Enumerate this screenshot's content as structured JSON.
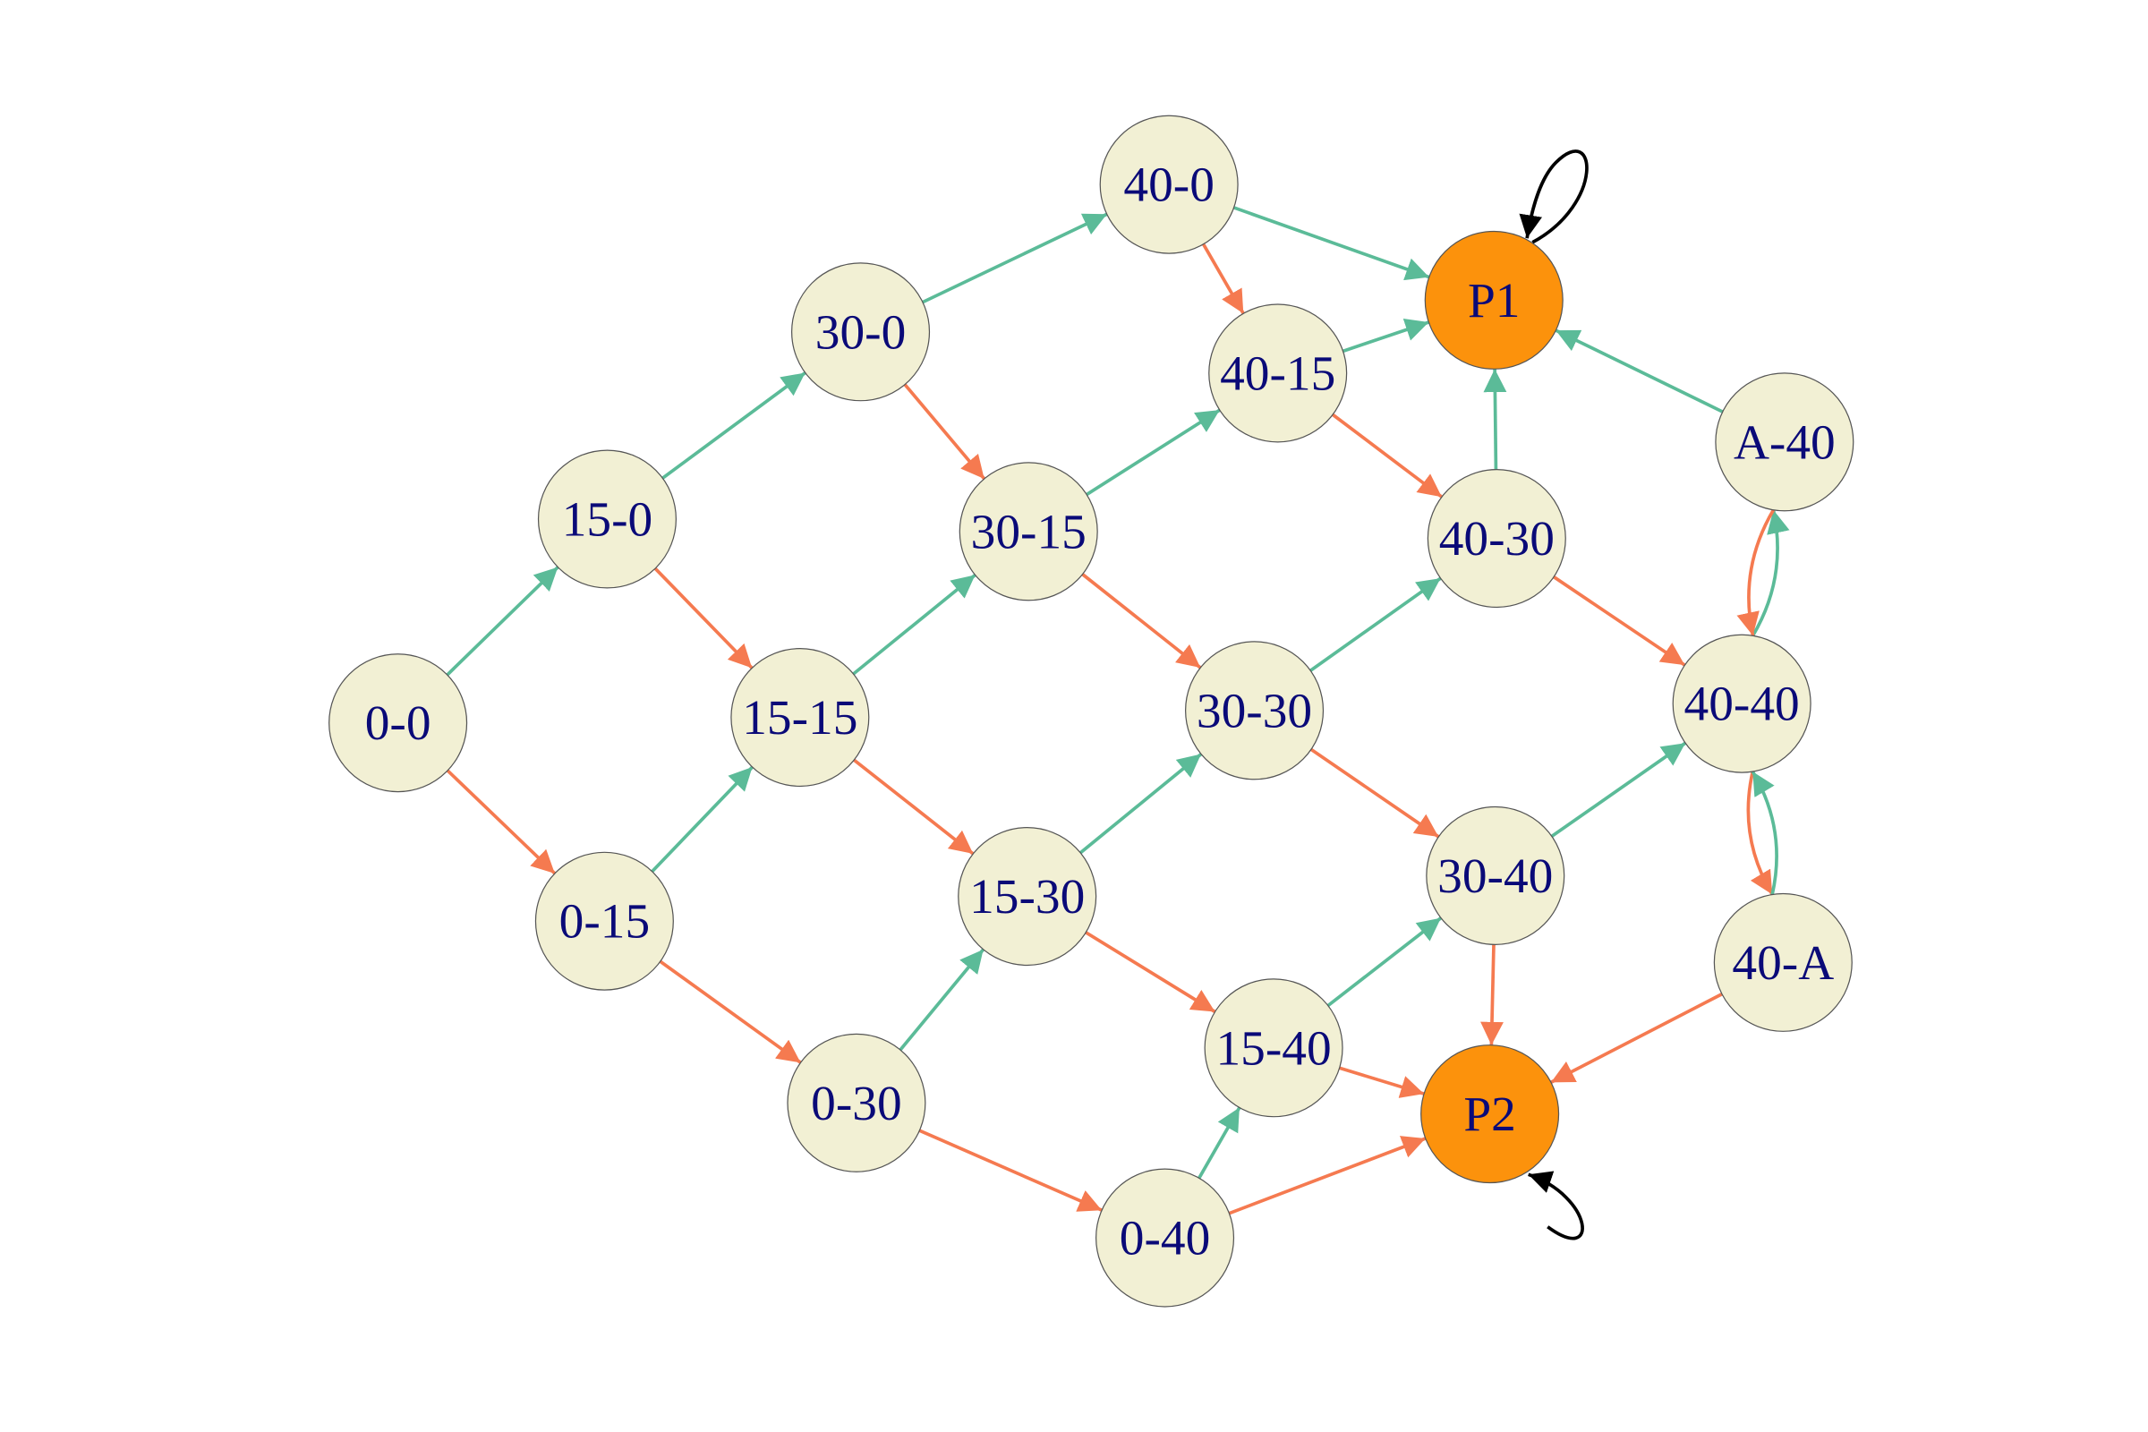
{
  "colors": {
    "p1_win": "#5bbb98",
    "p2_win": "#f57a50",
    "node_fill": "#f2f0d4",
    "terminal_fill": "#fc920c",
    "label": "#0a0a78",
    "self_loop": "#000000"
  },
  "nodes": [
    {
      "id": "0-0",
      "label": "0-0"
    },
    {
      "id": "15-0",
      "label": "15-0"
    },
    {
      "id": "0-15",
      "label": "0-15"
    },
    {
      "id": "30-0",
      "label": "30-0"
    },
    {
      "id": "15-15",
      "label": "15-15"
    },
    {
      "id": "0-30",
      "label": "0-30"
    },
    {
      "id": "40-0",
      "label": "40-0"
    },
    {
      "id": "30-15",
      "label": "30-15"
    },
    {
      "id": "15-30",
      "label": "15-30"
    },
    {
      "id": "0-40",
      "label": "0-40"
    },
    {
      "id": "40-15",
      "label": "40-15"
    },
    {
      "id": "30-30",
      "label": "30-30"
    },
    {
      "id": "15-40",
      "label": "15-40"
    },
    {
      "id": "P1",
      "label": "P1",
      "terminal": true
    },
    {
      "id": "40-30",
      "label": "40-30"
    },
    {
      "id": "30-40",
      "label": "30-40"
    },
    {
      "id": "P2",
      "label": "P2",
      "terminal": true
    },
    {
      "id": "A-40",
      "label": "A-40"
    },
    {
      "id": "40-40",
      "label": "40-40"
    },
    {
      "id": "40-A",
      "label": "40-A"
    }
  ],
  "edges": [
    {
      "from": "0-0",
      "to": "15-0",
      "winner": "p1"
    },
    {
      "from": "0-0",
      "to": "0-15",
      "winner": "p2"
    },
    {
      "from": "15-0",
      "to": "30-0",
      "winner": "p1"
    },
    {
      "from": "15-0",
      "to": "15-15",
      "winner": "p2"
    },
    {
      "from": "0-15",
      "to": "15-15",
      "winner": "p1"
    },
    {
      "from": "0-15",
      "to": "0-30",
      "winner": "p2"
    },
    {
      "from": "30-0",
      "to": "40-0",
      "winner": "p1"
    },
    {
      "from": "30-0",
      "to": "30-15",
      "winner": "p2"
    },
    {
      "from": "15-15",
      "to": "30-15",
      "winner": "p1"
    },
    {
      "from": "15-15",
      "to": "15-30",
      "winner": "p2"
    },
    {
      "from": "0-30",
      "to": "15-30",
      "winner": "p1"
    },
    {
      "from": "0-30",
      "to": "0-40",
      "winner": "p2"
    },
    {
      "from": "40-0",
      "to": "P1",
      "winner": "p1"
    },
    {
      "from": "40-0",
      "to": "40-15",
      "winner": "p2"
    },
    {
      "from": "30-15",
      "to": "40-15",
      "winner": "p1"
    },
    {
      "from": "30-15",
      "to": "30-30",
      "winner": "p2"
    },
    {
      "from": "15-30",
      "to": "30-30",
      "winner": "p1"
    },
    {
      "from": "15-30",
      "to": "15-40",
      "winner": "p2"
    },
    {
      "from": "0-40",
      "to": "15-40",
      "winner": "p1"
    },
    {
      "from": "0-40",
      "to": "P2",
      "winner": "p2"
    },
    {
      "from": "40-15",
      "to": "P1",
      "winner": "p1"
    },
    {
      "from": "40-15",
      "to": "40-30",
      "winner": "p2"
    },
    {
      "from": "30-30",
      "to": "40-30",
      "winner": "p1"
    },
    {
      "from": "30-30",
      "to": "30-40",
      "winner": "p2"
    },
    {
      "from": "15-40",
      "to": "30-40",
      "winner": "p1"
    },
    {
      "from": "15-40",
      "to": "P2",
      "winner": "p2"
    },
    {
      "from": "40-30",
      "to": "P1",
      "winner": "p1"
    },
    {
      "from": "40-30",
      "to": "40-40",
      "winner": "p2"
    },
    {
      "from": "30-40",
      "to": "40-40",
      "winner": "p1"
    },
    {
      "from": "30-40",
      "to": "P2",
      "winner": "p2"
    },
    {
      "from": "40-40",
      "to": "A-40",
      "winner": "p1",
      "curved": true
    },
    {
      "from": "A-40",
      "to": "40-40",
      "winner": "p2",
      "curved": true
    },
    {
      "from": "A-40",
      "to": "P1",
      "winner": "p1"
    },
    {
      "from": "40-40",
      "to": "40-A",
      "winner": "p2",
      "curved": true
    },
    {
      "from": "40-A",
      "to": "40-40",
      "winner": "p1",
      "curved": true
    },
    {
      "from": "40-A",
      "to": "P2",
      "winner": "p2"
    },
    {
      "from": "P1",
      "to": "P1",
      "winner": "self"
    },
    {
      "from": "P2",
      "to": "P2",
      "winner": "self"
    }
  ]
}
